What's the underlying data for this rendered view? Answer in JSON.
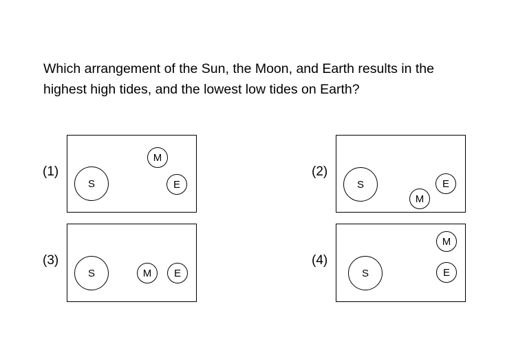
{
  "question": {
    "line1": "Which arrangement of the Sun, the Moon, and Earth results in the",
    "line2": "highest high tides, and the lowest low tides on Earth?"
  },
  "options": [
    {
      "label": "(1)",
      "sun": "S",
      "moon": "M",
      "earth": "E"
    },
    {
      "label": "(2)",
      "sun": "S",
      "moon": "M",
      "earth": "E"
    },
    {
      "label": "(3)",
      "sun": "S",
      "moon": "M",
      "earth": "E"
    },
    {
      "label": "(4)",
      "sun": "S",
      "moon": "M",
      "earth": "E"
    }
  ]
}
